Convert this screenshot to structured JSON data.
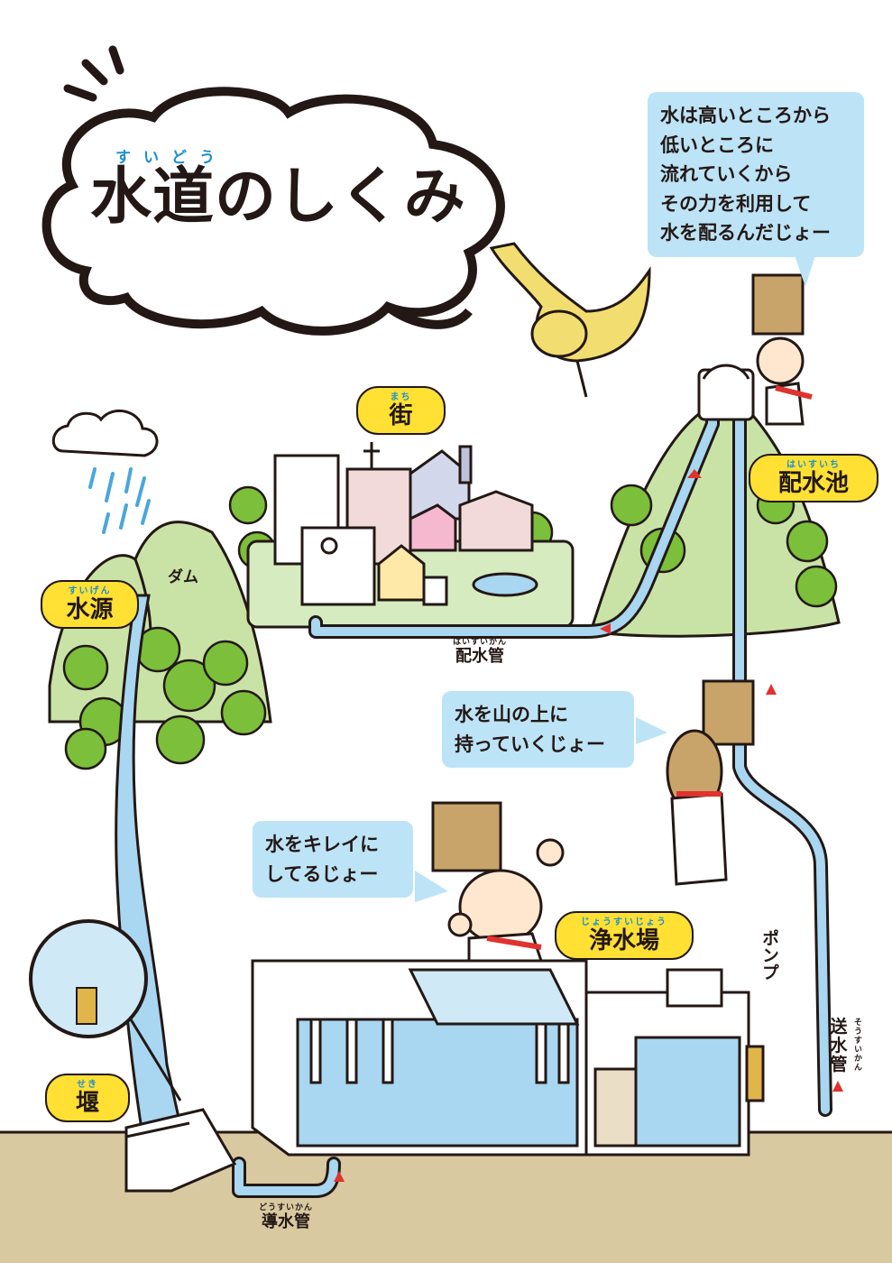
{
  "title": {
    "text": "水道のしくみ",
    "ruby": "すいどう"
  },
  "speech_bubbles": {
    "top": [
      "水は高いところから",
      "低いところに",
      "流れていくから",
      "その力を利用して",
      "水を配るんだじょー"
    ],
    "middle": [
      "水を山の上に",
      "持っていくじょー"
    ],
    "lower": [
      "水をキレイに",
      "してるじょー"
    ]
  },
  "labels": {
    "city": {
      "text": "街",
      "ruby": "まち"
    },
    "water_source": {
      "text": "水源",
      "ruby": "すいげん"
    },
    "reservoir": {
      "text": "配水池",
      "ruby": "はいすいち"
    },
    "purification": {
      "text": "浄水場",
      "ruby": "じょうすいじょう"
    },
    "weir": {
      "text": "堰",
      "ruby": "せき"
    }
  },
  "pipes": {
    "distribution": {
      "text": "配水管",
      "ruby": "はいすいかん"
    },
    "intake": {
      "text": "導水管",
      "ruby": "どうすいかん"
    },
    "transmission": {
      "text": "送水管",
      "ruby": "そうすいかん"
    }
  },
  "annotations": {
    "dam": "ダム",
    "pump": "ポンプ"
  },
  "colors": {
    "label_yellow": "#ffe033",
    "bubble_blue": "#bde3f6",
    "water_blue": "#a9d6f0",
    "ground": "#d9c9a0",
    "mountain_green": "#c9e3a6",
    "tree_green": "#7cbf3a",
    "arrow_red": "#e0322e"
  }
}
